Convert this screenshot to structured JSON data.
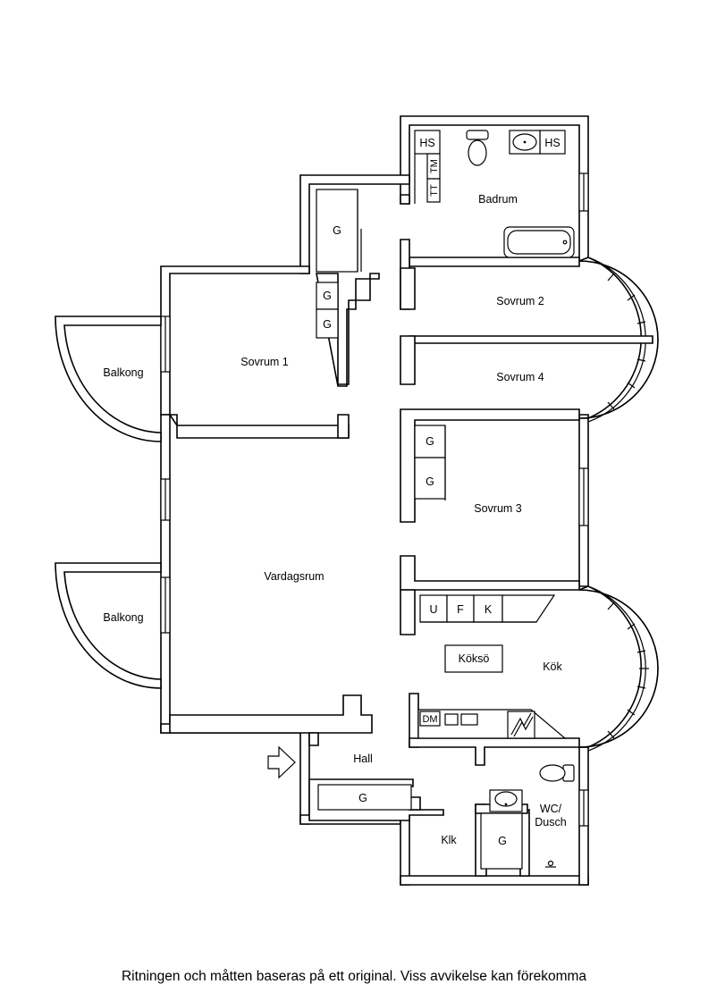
{
  "rooms": {
    "badrum": "Badrum",
    "sovrum1": "Sovrum 1",
    "sovrum2": "Sovrum 2",
    "sovrum3": "Sovrum 3",
    "sovrum4": "Sovrum 4",
    "vardagsrum": "Vardagsrum",
    "balkong_upper": "Balkong",
    "balkong_lower": "Balkong",
    "kok": "Kök",
    "hall": "Hall",
    "klk": "Klk",
    "wc_line1": "WC/",
    "wc_line2": "Dusch"
  },
  "fixtures": {
    "hs": "HS",
    "tt": "TT",
    "tm": "TM",
    "g": "G",
    "u": "U",
    "f": "F",
    "k": "K",
    "dm": "DM",
    "kokso": "Köksö"
  },
  "footer": "Ritningen och måtten baseras på ett original. Viss avvikelse kan förekomma"
}
